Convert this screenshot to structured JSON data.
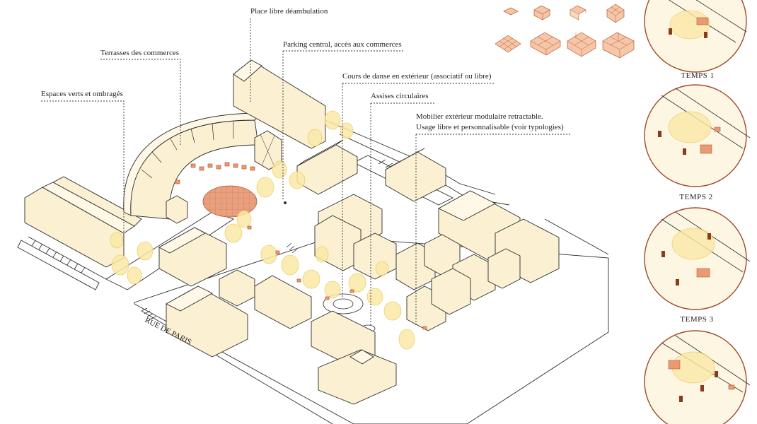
{
  "annotations": {
    "place_libre": "Place libre déambulation",
    "terrasses": "Terrasses des commerces",
    "parking": "Parking central, accès aux commerces",
    "cours_danse": "Cours de danse en extérieur (associatif ou libre)",
    "espaces_verts": "Espaces verts et ombragés",
    "assises": "Assises circulaires",
    "mobilier_line1": "Mobilier extérieur modulaire retractable.",
    "mobilier_line2": "Usage libre et personnalisable (voir typologies)"
  },
  "street": {
    "name": "RUE DE PARIS"
  },
  "temps": {
    "t1": "TEMPS 1",
    "t2": "TEMPS 2",
    "t3": "TEMPS 3"
  },
  "colors": {
    "building_fill": "#fbf1d2",
    "tree_fill": "#fbe9a8",
    "module_fill": "#e99a73",
    "circle_stroke": "#9e4a2a",
    "line": "#2b2b2b"
  }
}
